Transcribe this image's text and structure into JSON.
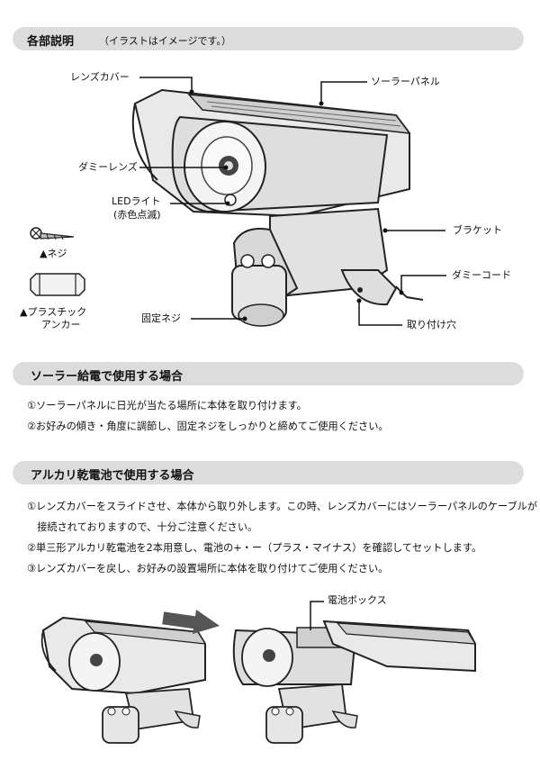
{
  "parts_section": {
    "title": "各部説明",
    "note": "（イラストはイメージです。）",
    "labels": {
      "lens_cover": "レンズカバー",
      "solar_panel": "ソーラーパネル",
      "dummy_lens": "ダミーレンズ",
      "led_light_line1": "LEDライト",
      "led_light_line2": "(赤色点滅)",
      "bracket": "ブラケット",
      "dummy_cord": "ダミーコード",
      "mounting_hole": "取り付け穴",
      "fixing_screw": "固定ネジ",
      "screw": "▲ネジ",
      "anchor_line1": "▲プラスチック",
      "anchor_line2": "アンカー"
    }
  },
  "solar_section": {
    "title": "ソーラー給電で使用する場合",
    "lines": [
      "①ソーラーパネルに日光が当たる場所に本体を取り付けます。",
      "②お好みの傾き・角度に調節し、固定ネジをしっかりと締めてご使用ください。"
    ]
  },
  "battery_section": {
    "title": "アルカリ乾電池で使用する場合",
    "lines": [
      "①レンズカバーをスライドさせ、本体から取り外します。この時、レンズカバーにはソーラーパネルのケーブルが",
      "　接続されておりますので、十分ご注意ください。",
      "②単三形アルカリ乾電池を2本用意し、電池の+・ー（プラス・マイナス）を確認してセットします。",
      "③レンズカバーを戻し、お好みの設置場所に本体を取り付けてご使用ください。"
    ],
    "battery_box_label": "電池ボックス"
  }
}
